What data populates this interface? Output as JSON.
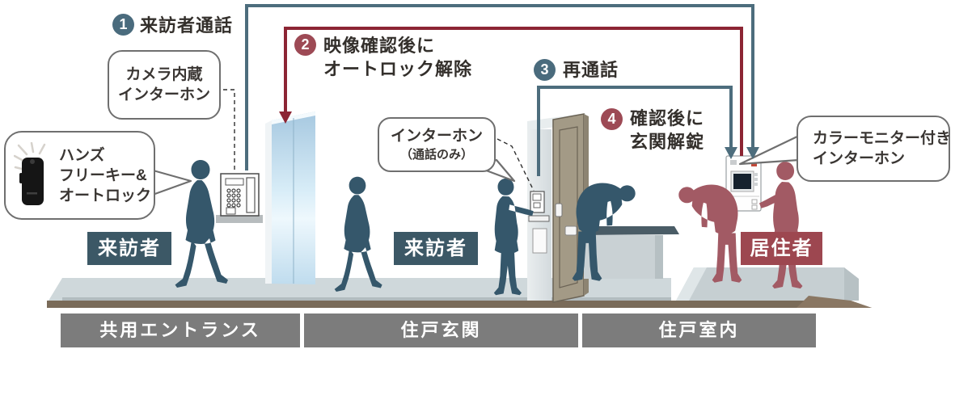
{
  "steps": [
    {
      "num": "1",
      "text": "来訪者通話"
    },
    {
      "num": "2",
      "line1": "映像確認後に",
      "line2": "オートロック解除"
    },
    {
      "num": "3",
      "text": "再通話"
    },
    {
      "num": "4",
      "line1": "確認後に",
      "line2": "玄関解錠"
    }
  ],
  "bubbles": {
    "camera": {
      "line1": "カメラ内蔵",
      "line2": "インターホン"
    },
    "handsfree": {
      "line1": "ハンズ",
      "line2": "フリーキー&",
      "line3": "オートロック"
    },
    "door": {
      "line1": "インターホン",
      "line2": "（通話のみ）"
    },
    "monitor": {
      "line1": "カラーモニター付き",
      "line2": "インターホン"
    }
  },
  "labels": {
    "visitor1": "来訪者",
    "visitor2": "来訪者",
    "resident": "居住者"
  },
  "zones": [
    {
      "label": "共用エントランス"
    },
    {
      "label": "住戸玄関"
    },
    {
      "label": "住戸室内"
    }
  ],
  "colors": {
    "flow_blue": "#4d6d7d",
    "flow_red": "#8c2534",
    "badge_blue": "#4a6b7d",
    "badge_red": "#9d4a55",
    "label_blue": "#3c5866",
    "label_red": "#9d4750",
    "zone_bar_gray": "#7c7c7c"
  }
}
